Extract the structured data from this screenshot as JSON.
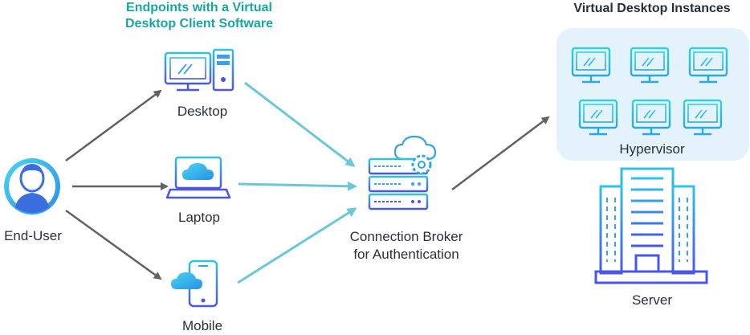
{
  "endpoints_heading": [
    "Endpoints with a Virtual",
    "Desktop Client Software"
  ],
  "instances_heading": "Virtual Desktop Instances",
  "nodes": {
    "end_user": "End-User",
    "desktop": "Desktop",
    "laptop": "Laptop",
    "mobile": "Mobile",
    "broker": [
      "Connection Broker",
      "for Authentication"
    ],
    "hypervisor": "Hypervisor",
    "server": "Server"
  },
  "colors": {
    "teal_text": "#16a8a0",
    "arrow_gray": "#5f6368",
    "arrow_cyan": "#6cc8d8",
    "icon_blue": "#3b6fe0",
    "icon_cyan": "#2bc4d8",
    "panel_bg": "#e4f3fb"
  },
  "icons": [
    "user-avatar-icon",
    "desktop-computer-icon",
    "laptop-cloud-icon",
    "mobile-cloud-icon",
    "server-cloud-gear-icon",
    "monitor-icon",
    "server-building-icon"
  ]
}
